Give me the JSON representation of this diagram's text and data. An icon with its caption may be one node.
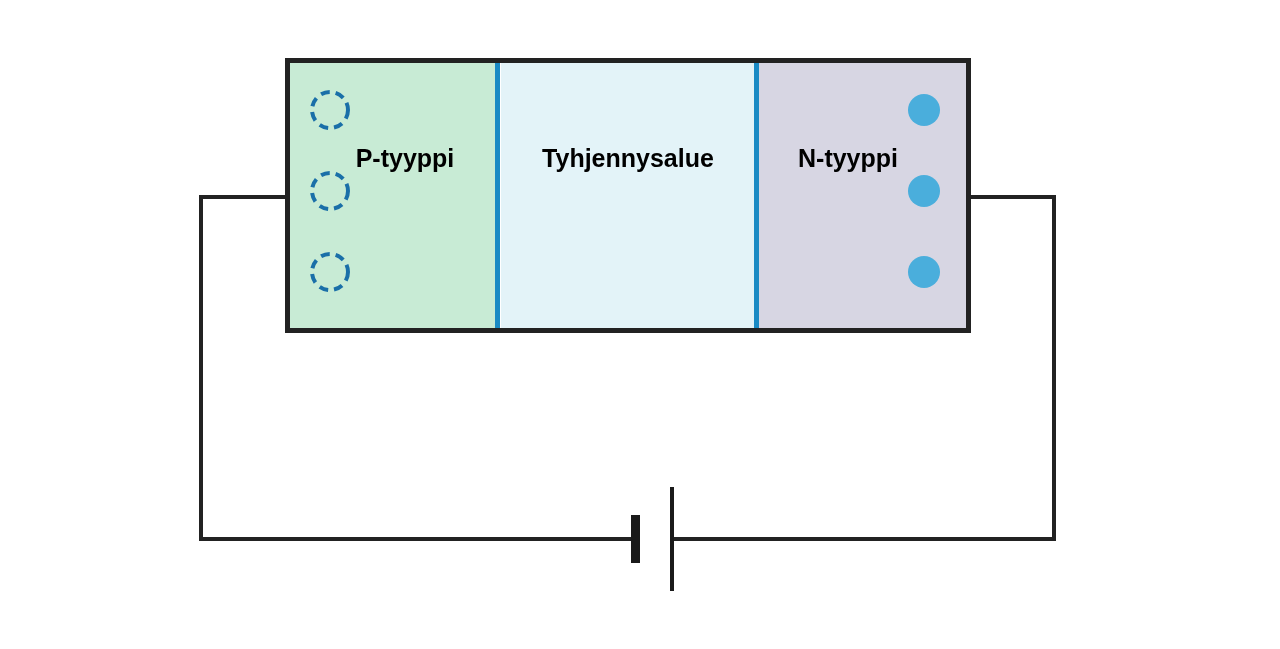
{
  "diagram": {
    "nodes": [
      {
        "text": [],
        "shape": "box"
      },
      {
        "text": [
          "P-tyyppi"
        ],
        "in": 0
      },
      {
        "text": [
          "Tyhjennysalue"
        ],
        "in": 0
      },
      {
        "text": [
          "N-tyyppi"
        ],
        "in": 0
      },
      {
        "text": [],
        "shape": "battery"
      }
    ],
    "edges": [
      {
        "from": 1,
        "to": 4,
        "arrow": "none"
      },
      {
        "from": 4,
        "to": 3,
        "arrow": "none"
      }
    ]
  }
}
